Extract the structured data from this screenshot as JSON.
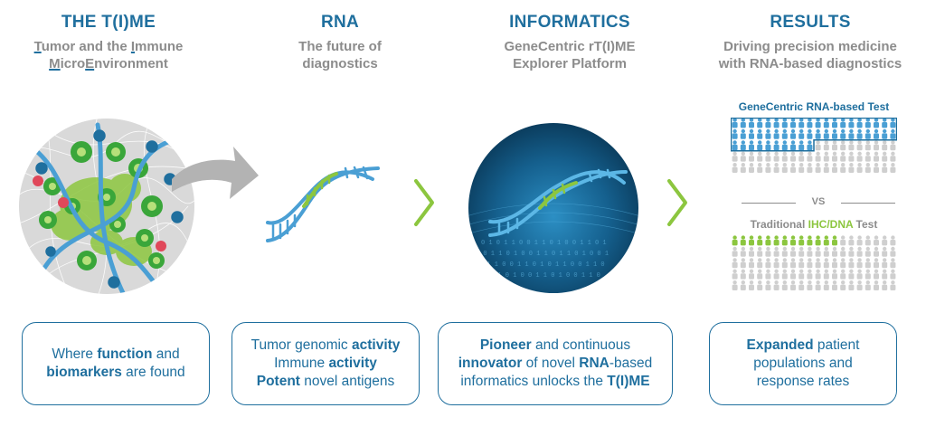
{
  "columns": [
    {
      "title": "THE T(I)ME",
      "sub_parts": [
        {
          "t": "T",
          "u": true
        },
        {
          "t": "umor and the ",
          "u": false
        },
        {
          "t": "I",
          "u": true
        },
        {
          "t": "mmune",
          "u": false
        },
        {
          "t": "BR"
        },
        {
          "t": "M",
          "u": true
        },
        {
          "t": "icro",
          "u": false
        },
        {
          "t": "E",
          "u": true
        },
        {
          "t": "nvironment",
          "u": false
        }
      ]
    },
    {
      "title": "RNA",
      "sub_line1": "The future of",
      "sub_line2": "diagnostics"
    },
    {
      "title": "INFORMATICS",
      "sub_line1": "GeneCentric rT(I)ME",
      "sub_line2": "Explorer Platform"
    },
    {
      "title": "RESULTS",
      "sub_line1": "Driving precision medicine",
      "sub_line2": "with RNA-based diagnostics"
    }
  ],
  "results": {
    "test_a_label": "GeneCentric RNA-based Test",
    "vs_label": "VS",
    "test_b_prefix": "Traditional ",
    "test_b_highlight": "IHC/DNA",
    "test_b_suffix": " Test",
    "test_a_responders_fraction": 0.5,
    "test_b_responders_fraction": 0.13
  },
  "boxes": [
    [
      {
        "t": "Where ",
        "b": false
      },
      {
        "t": "function",
        "b": true
      },
      {
        "t": " and",
        "b": false
      },
      {
        "t": "BR"
      },
      {
        "t": "biomarkers",
        "b": true
      },
      {
        "t": " are found",
        "b": false
      }
    ],
    [
      {
        "t": "Tumor genomic ",
        "b": false
      },
      {
        "t": "activity",
        "b": true
      },
      {
        "t": "BR"
      },
      {
        "t": "Immune ",
        "b": false
      },
      {
        "t": "activity",
        "b": true
      },
      {
        "t": "BR"
      },
      {
        "t": "Potent",
        "b": true
      },
      {
        "t": " novel antigens",
        "b": false
      }
    ],
    [
      {
        "t": "Pioneer",
        "b": true
      },
      {
        "t": " and continuous",
        "b": false
      },
      {
        "t": "BR"
      },
      {
        "t": "innovator",
        "b": true
      },
      {
        "t": " of novel ",
        "b": false
      },
      {
        "t": "RNA",
        "b": true
      },
      {
        "t": "-based",
        "b": false
      },
      {
        "t": "BR"
      },
      {
        "t": "informatics unlocks the ",
        "b": false
      },
      {
        "t": "T(I)ME",
        "b": true
      }
    ],
    [
      {
        "t": "Expanded",
        "b": true
      },
      {
        "t": " patient",
        "b": false
      },
      {
        "t": "BR"
      },
      {
        "t": "populations and",
        "b": false
      },
      {
        "t": "BR"
      },
      {
        "t": "response rates",
        "b": false
      }
    ]
  ],
  "colors": {
    "brand_blue": "#1f6f9e",
    "green": "#8cc63f",
    "gray": "#8c8c8c",
    "light_gray": "#cfcfcf"
  }
}
